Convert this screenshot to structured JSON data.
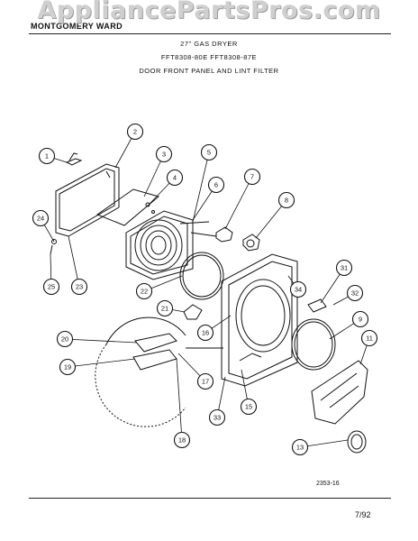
{
  "watermark": "AppliancePartsPros.com",
  "brand": "MONTGOMERY WARD",
  "header": {
    "title": "27\" GAS DRYER",
    "models": "FFT8308-80E   FFT8308-87E",
    "section": "DOOR FRONT PANEL AND LINT FILTER"
  },
  "footer": {
    "code": "2353-16",
    "date": "7/92"
  },
  "callouts": [
    "1",
    "2",
    "3",
    "4",
    "5",
    "6",
    "7",
    "8",
    "9",
    "11",
    "13",
    "15",
    "16",
    "17",
    "18",
    "19",
    "20",
    "21",
    "22",
    "23",
    "24",
    "25",
    "31",
    "32",
    "33",
    "34"
  ]
}
